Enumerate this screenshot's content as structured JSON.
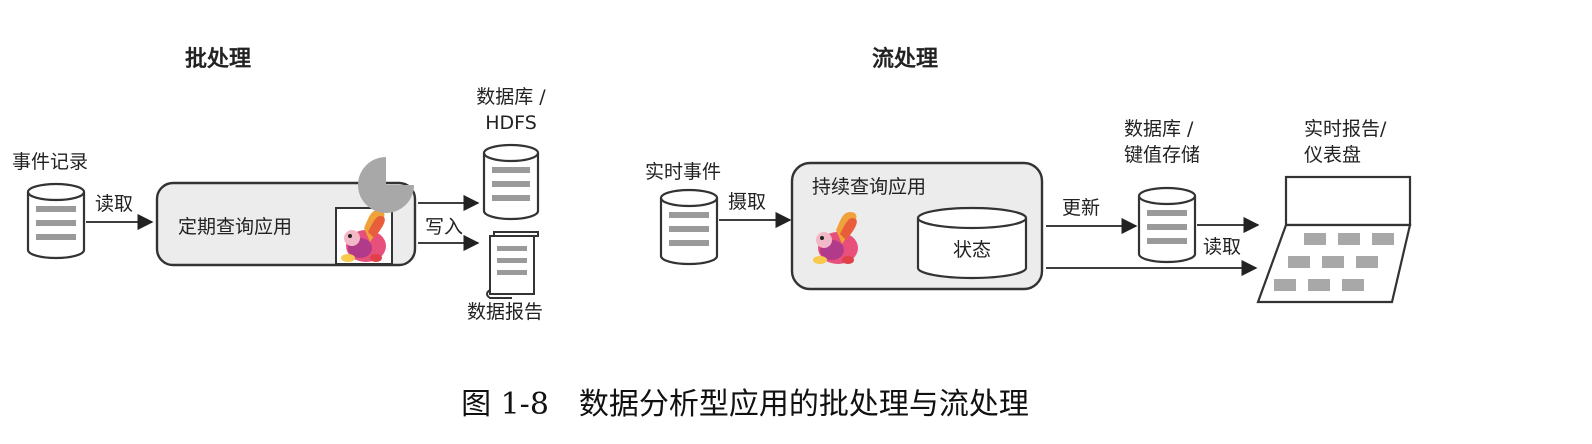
{
  "batch": {
    "title": "批处理",
    "source_label": "事件记录",
    "read_label": "读取",
    "app_label": "定期查询应用",
    "write_label": "写入",
    "db_label_line1": "数据库 /",
    "db_label_line2": "HDFS",
    "report_label": "数据报告"
  },
  "stream": {
    "title": "流处理",
    "source_label": "实时事件",
    "ingest_label": "摄取",
    "app_label": "持续查询应用",
    "state_label": "状态",
    "update_label": "更新",
    "db_label_line1": "数据库 /",
    "db_label_line2": "键值存储",
    "read_label": "读取",
    "dashboard_label_line1": "实时报告/",
    "dashboard_label_line2": "仪表盘"
  },
  "caption": "图 1-8　数据分析型应用的批处理与流处理",
  "colors": {
    "box_fill": "#ececec",
    "bar": "#9a9a9a",
    "timer": "#a8a8a8",
    "stroke": "#333333"
  },
  "icons": [
    "database-icon",
    "flink-squirrel-icon",
    "timer-icon",
    "report-scroll-icon",
    "dashboard-laptop-icon"
  ]
}
